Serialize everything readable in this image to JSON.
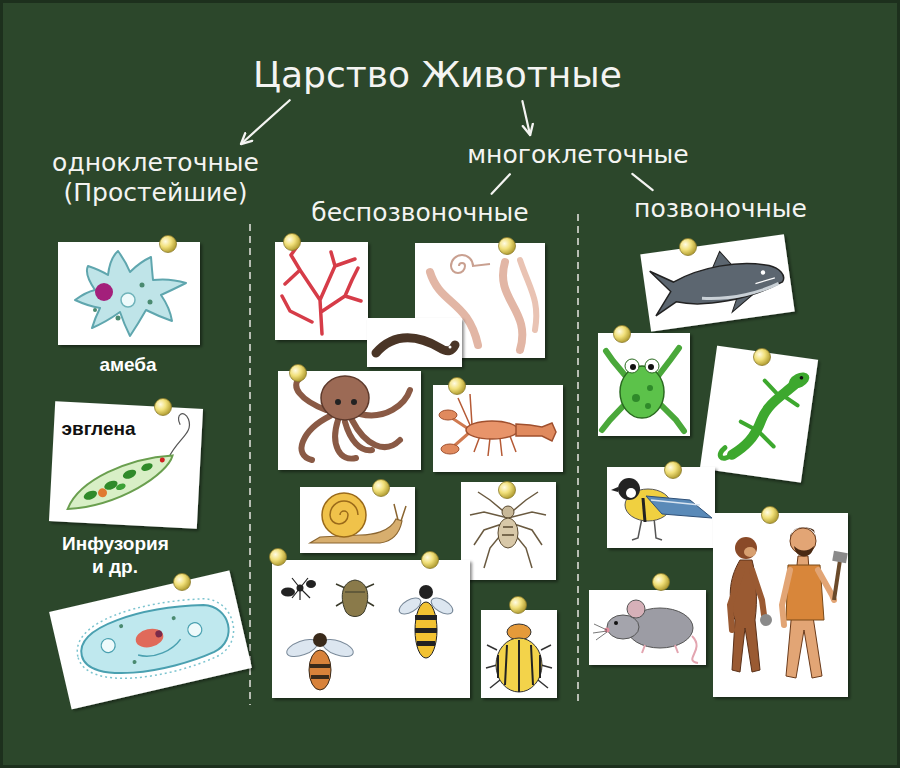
{
  "diagram": {
    "nodes": [
      {
        "text": [
          "Царство Животные"
        ]
      },
      {
        "text": [
          "одноклеточные (Простейшие)"
        ]
      },
      {
        "text": [
          "многоклеточные"
        ]
      },
      {
        "text": [
          "беспозвоночные"
        ]
      },
      {
        "text": [
          "позвоночные"
        ]
      }
    ],
    "edges": [
      {
        "from": 0,
        "to": 1,
        "arrow": "to"
      },
      {
        "from": 0,
        "to": 2,
        "arrow": "to"
      },
      {
        "from": 2,
        "to": 3,
        "arrow": "none"
      },
      {
        "from": 2,
        "to": 4,
        "arrow": "none"
      }
    ],
    "labels": [
      "амеба",
      "эвглена",
      "Инфузория и др."
    ]
  }
}
